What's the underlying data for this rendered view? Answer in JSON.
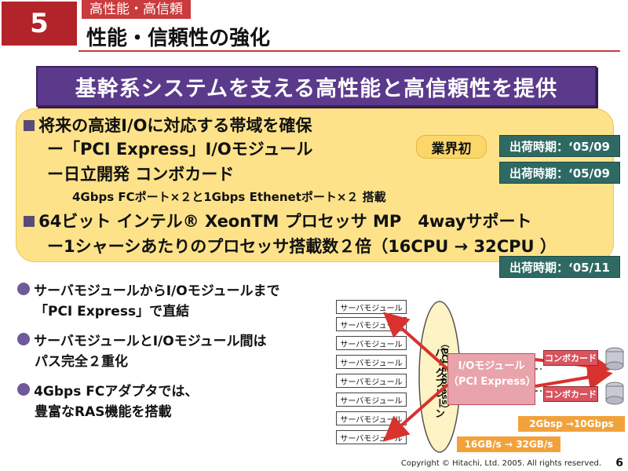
{
  "header": {
    "number": "5",
    "category": "高性能・高信頼",
    "title": "性能・信頼性の強化"
  },
  "banner": "基幹系システムを支える高性能と高信頼性を提供",
  "panel": {
    "item1": "将来の高速I/Oに対応する帯域を確保",
    "sub1a": "ー「PCI Express」I/Oモジュール",
    "badge_first": "業界初",
    "ship1": "出荷時期：‘05/09",
    "sub1b": "ー日立開発 コンボカード",
    "ship2": "出荷時期：‘05/09",
    "sub1b_detail": "4Gbps FCポート×２と1Gbps Ethenetポート×２ 搭載",
    "item2": "64ビット インテル® XeonTM プロセッサ MP　4wayサポート",
    "sub2a": "ー1シャーシあたりのプロセッサ搭載数２倍（16CPU → 32CPU ）",
    "ship3": "出荷時期：‘05/11"
  },
  "bullets": [
    {
      "line1": "サーバモジュールからI/Oモジュールまで",
      "line2": "「PCI Express」で直結"
    },
    {
      "line1": "サーバモジュールとI/Oモジュール間は",
      "line2": "パス完全２重化"
    },
    {
      "line1": "4Gbps FCアダプタでは、",
      "line2": "豊富なRAS機能を搭載"
    }
  ],
  "diagram": {
    "server_label": "サーバモジュール",
    "backplane_label": "バックプレーン",
    "pcie_label": "（PCI Express）",
    "io_line1": "I/Oモジュール",
    "io_line2": "（PCI Express）",
    "combo_label": "コンボカード",
    "speed_combo": "2Gbsp →10Gbps",
    "speed_bus": "16GB/s → 32GB/s",
    "colors": {
      "arrow": "#d8322e",
      "server_bg": "#ffffff",
      "io": "#e9a3ab",
      "combo": "#d9545f",
      "label": "#f2a23b"
    }
  },
  "footer": {
    "copyright": "Copyright © Hitachi, Ltd. 2005.  All rights reserved.",
    "page": "6"
  },
  "colors": {
    "accent_red": "#b2232a",
    "banner_purple": "#5b3a8c",
    "panel_yellow": "#fde28a",
    "ship_teal": "#2e6a63"
  }
}
